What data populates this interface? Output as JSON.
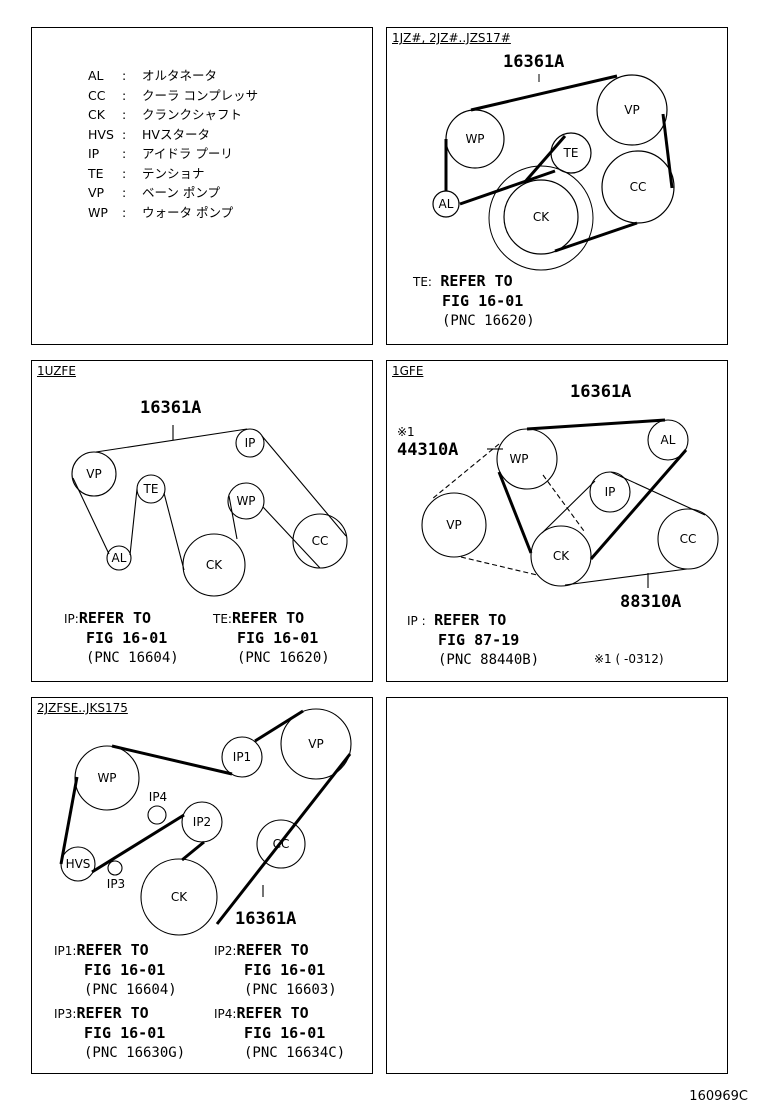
{
  "legend": [
    {
      "abbr": "AL",
      "sep": ":",
      "name": "オルタネータ"
    },
    {
      "abbr": "CC",
      "sep": ":",
      "name": "クーラ コンプレッサ"
    },
    {
      "abbr": "CK",
      "sep": ":",
      "name": "クランクシャフト"
    },
    {
      "abbr": "HVS",
      "sep": ":",
      "name": "HVスタータ"
    },
    {
      "abbr": "IP",
      "sep": ":",
      "name": "アイドラ プーリ"
    },
    {
      "abbr": "TE",
      "sep": ":",
      "name": "テンショナ"
    },
    {
      "abbr": "VP",
      "sep": ":",
      "name": "ベーン ポンプ"
    },
    {
      "abbr": "WP",
      "sep": ":",
      "name": "ウォータ ポンプ"
    }
  ],
  "panel_jz": {
    "tag": "1JZ#, 2JZ#..JZS17#",
    "part": "16361A",
    "pulleys": {
      "vp": "VP",
      "wp": "WP",
      "te": "TE",
      "al": "AL",
      "ck": "CK",
      "cc": "CC"
    },
    "ref": {
      "prefix": "TE:",
      "line1": "REFER TO",
      "line2": "FIG 16-01",
      "line3": "(PNC 16620)"
    }
  },
  "panel_uz": {
    "tag": "1UZFE",
    "part": "16361A",
    "pulleys": {
      "vp": "VP",
      "te": "TE",
      "al": "AL",
      "ip": "IP",
      "wp": "WP",
      "ck": "CK",
      "cc": "CC"
    },
    "ref_ip": {
      "prefix": "IP:",
      "line1": "REFER TO",
      "line2": "FIG 16-01",
      "line3": "(PNC 16604)"
    },
    "ref_te": {
      "prefix": "TE:",
      "line1": "REFER TO",
      "line2": "FIG 16-01",
      "line3": "(PNC 16620)"
    }
  },
  "panel_gfe": {
    "tag": "1GFE",
    "part_top": "16361A",
    "part_left_note": "※1",
    "part_left": "44310A",
    "part_bottom": "88310A",
    "pulleys": {
      "wp": "WP",
      "al": "AL",
      "ip": "IP",
      "vp": "VP",
      "ck": "CK",
      "cc": "CC"
    },
    "ref": {
      "prefix": "IP :",
      "line1": "REFER TO",
      "line2": "FIG 87-19",
      "line3": "(PNC 88440B)"
    },
    "note": "※1 (      -0312)"
  },
  "panel_jzfse": {
    "tag": "2JZFSE..JKS175",
    "part": "16361A",
    "pulleys": {
      "wp": "WP",
      "ip1": "IP1",
      "vp": "VP",
      "ip4": "IP4",
      "ip2": "IP2",
      "cc": "CC",
      "hvs": "HVS",
      "ip3": "IP3",
      "ck": "CK"
    },
    "ref_ip1": {
      "prefix": "IP1:",
      "line1": "REFER TO",
      "line2": "FIG 16-01",
      "line3": "(PNC 16604)"
    },
    "ref_ip2": {
      "prefix": "IP2:",
      "line1": "REFER TO",
      "line2": "FIG 16-01",
      "line3": "(PNC 16603)"
    },
    "ref_ip3": {
      "prefix": "IP3:",
      "line1": "REFER TO",
      "line2": "FIG 16-01",
      "line3": "(PNC 16630G)"
    },
    "ref_ip4": {
      "prefix": "IP4:",
      "line1": "REFER TO",
      "line2": "FIG 16-01",
      "line3": "(PNC 16634C)"
    }
  },
  "figure_code": "160969C"
}
